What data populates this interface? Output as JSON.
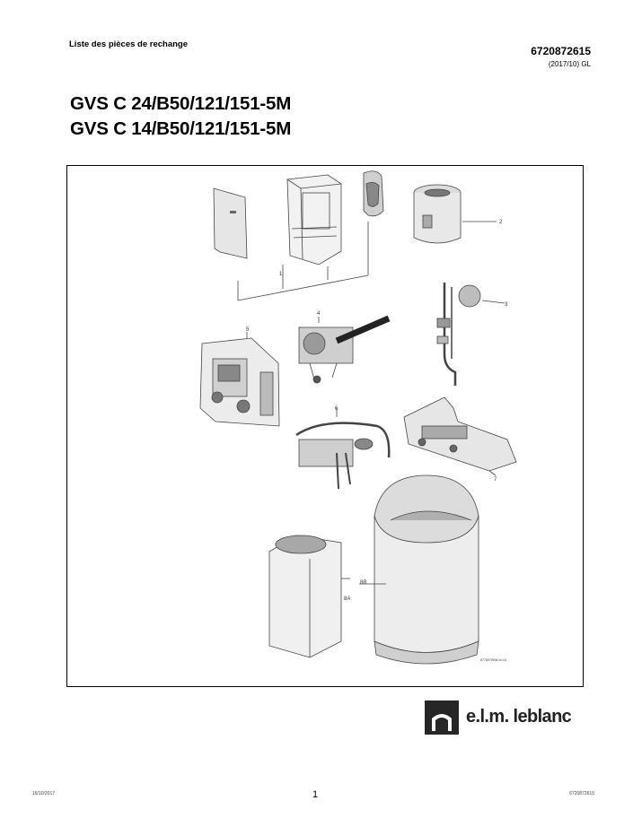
{
  "header": {
    "left_title": "Liste des pièces de rechange",
    "doc_number": "6720872615",
    "doc_date": "(2017/10) GL"
  },
  "titles": [
    "GVS C 24/B50/121/151-5M",
    "GVS C 14/B50/121/151-5M"
  ],
  "diagram": {
    "part_labels": {
      "p1": "1",
      "p2": "2",
      "p3": "3",
      "p4": "4",
      "p5": "5",
      "p6": "6",
      "p7": "7",
      "p8a": "8A",
      "p8b": "8B"
    },
    "drawing_code": "6776979536.xx-GL"
  },
  "logo": {
    "brand": "e.l.m. leblanc"
  },
  "footer": {
    "date": "15/10/2017",
    "page": "1",
    "code": "6720872615"
  }
}
